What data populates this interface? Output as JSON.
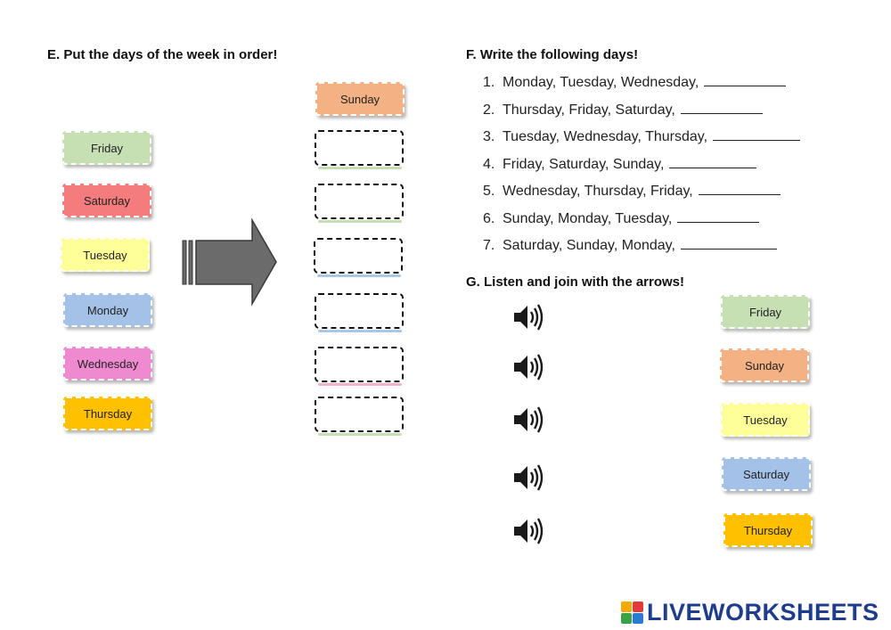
{
  "sectionE": {
    "title": "E. Put the days of the week in order!",
    "cards": [
      {
        "label": "Friday",
        "color": "#c6e0b4"
      },
      {
        "label": "Saturday",
        "color": "#f47c7c"
      },
      {
        "label": "Tuesday",
        "color": "#ffff99"
      },
      {
        "label": "Monday",
        "color": "#a4c2e8"
      },
      {
        "label": "Wednesday",
        "color": "#f08ad0"
      },
      {
        "label": "Thursday",
        "color": "#ffc000"
      }
    ],
    "answer_first": {
      "label": "Sunday",
      "color": "#f4b183"
    }
  },
  "sectionF": {
    "title": "F. Write the following days!",
    "items": [
      {
        "num": "1.",
        "text": "Monday, Tuesday, Wednesday,"
      },
      {
        "num": "2.",
        "text": "Thursday, Friday, Saturday,"
      },
      {
        "num": "3.",
        "text": "Tuesday, Wednesday, Thursday,"
      },
      {
        "num": "4.",
        "text": "Friday, Saturday, Sunday,"
      },
      {
        "num": "5.",
        "text": "Wednesday, Thursday, Friday,"
      },
      {
        "num": "6.",
        "text": "Sunday, Monday, Tuesday,"
      },
      {
        "num": "7.",
        "text": "Saturday, Sunday, Monday,"
      }
    ]
  },
  "sectionG": {
    "title": "G. Listen and join with the arrows!",
    "speaker_icon": "speaker-icon",
    "cards": [
      {
        "label": "Friday",
        "color": "#c6e0b4"
      },
      {
        "label": "Sunday",
        "color": "#f4b183"
      },
      {
        "label": "Tuesday",
        "color": "#ffff99"
      },
      {
        "label": "Saturday",
        "color": "#a4c2e8"
      },
      {
        "label": "Thursday",
        "color": "#ffc000"
      }
    ]
  },
  "brand": {
    "name": "LIVEWORKSHEETS",
    "icon": "liveworksheets-logo-icon"
  }
}
